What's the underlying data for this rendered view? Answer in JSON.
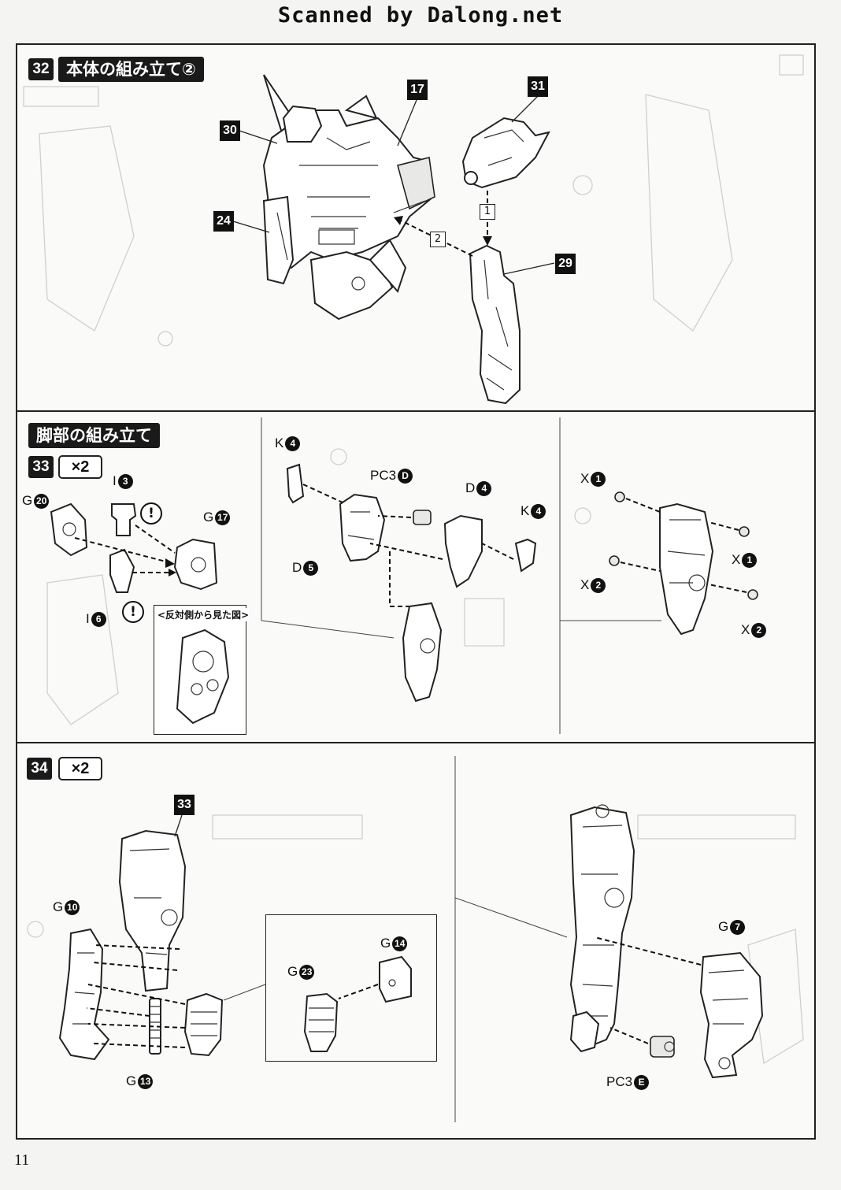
{
  "header": {
    "scanned_text": "Scanned by Dalong.net"
  },
  "page_number": "11",
  "step32": {
    "number": "32",
    "title": "本体の組み立て②",
    "parts": [
      "30",
      "17",
      "31",
      "24",
      "29"
    ],
    "order": [
      "1",
      "2"
    ]
  },
  "section_leg": {
    "title": "脚部の組み立て"
  },
  "step33": {
    "number": "33",
    "multiplier": "×2",
    "labels": {
      "g20": {
        "letter": "G",
        "num": "20"
      },
      "i3": {
        "letter": "I",
        "num": "3"
      },
      "g17": {
        "letter": "G",
        "num": "17"
      },
      "i6": {
        "letter": "I",
        "num": "6"
      },
      "k4a": {
        "letter": "K",
        "num": "4"
      },
      "pc3d": {
        "letter": "PC3",
        "num": "D"
      },
      "d4": {
        "letter": "D",
        "num": "4"
      },
      "k4b": {
        "letter": "K",
        "num": "4"
      },
      "d5": {
        "letter": "D",
        "num": "5"
      },
      "x1a": {
        "letter": "X",
        "num": "1"
      },
      "x1b": {
        "letter": "X",
        "num": "1"
      },
      "x2a": {
        "letter": "X",
        "num": "2"
      },
      "x2b": {
        "letter": "X",
        "num": "2"
      }
    },
    "warning_symbol": "!",
    "inset_label": "<反対側から見た図>"
  },
  "step34": {
    "number": "34",
    "multiplier": "×2",
    "part_ref": "33",
    "labels": {
      "g10": {
        "letter": "G",
        "num": "10"
      },
      "g13": {
        "letter": "G",
        "num": "13"
      },
      "g14": {
        "letter": "G",
        "num": "14"
      },
      "g23": {
        "letter": "G",
        "num": "23"
      },
      "g7": {
        "letter": "G",
        "num": "7"
      },
      "pc3e": {
        "letter": "PC3",
        "num": "E"
      }
    }
  }
}
